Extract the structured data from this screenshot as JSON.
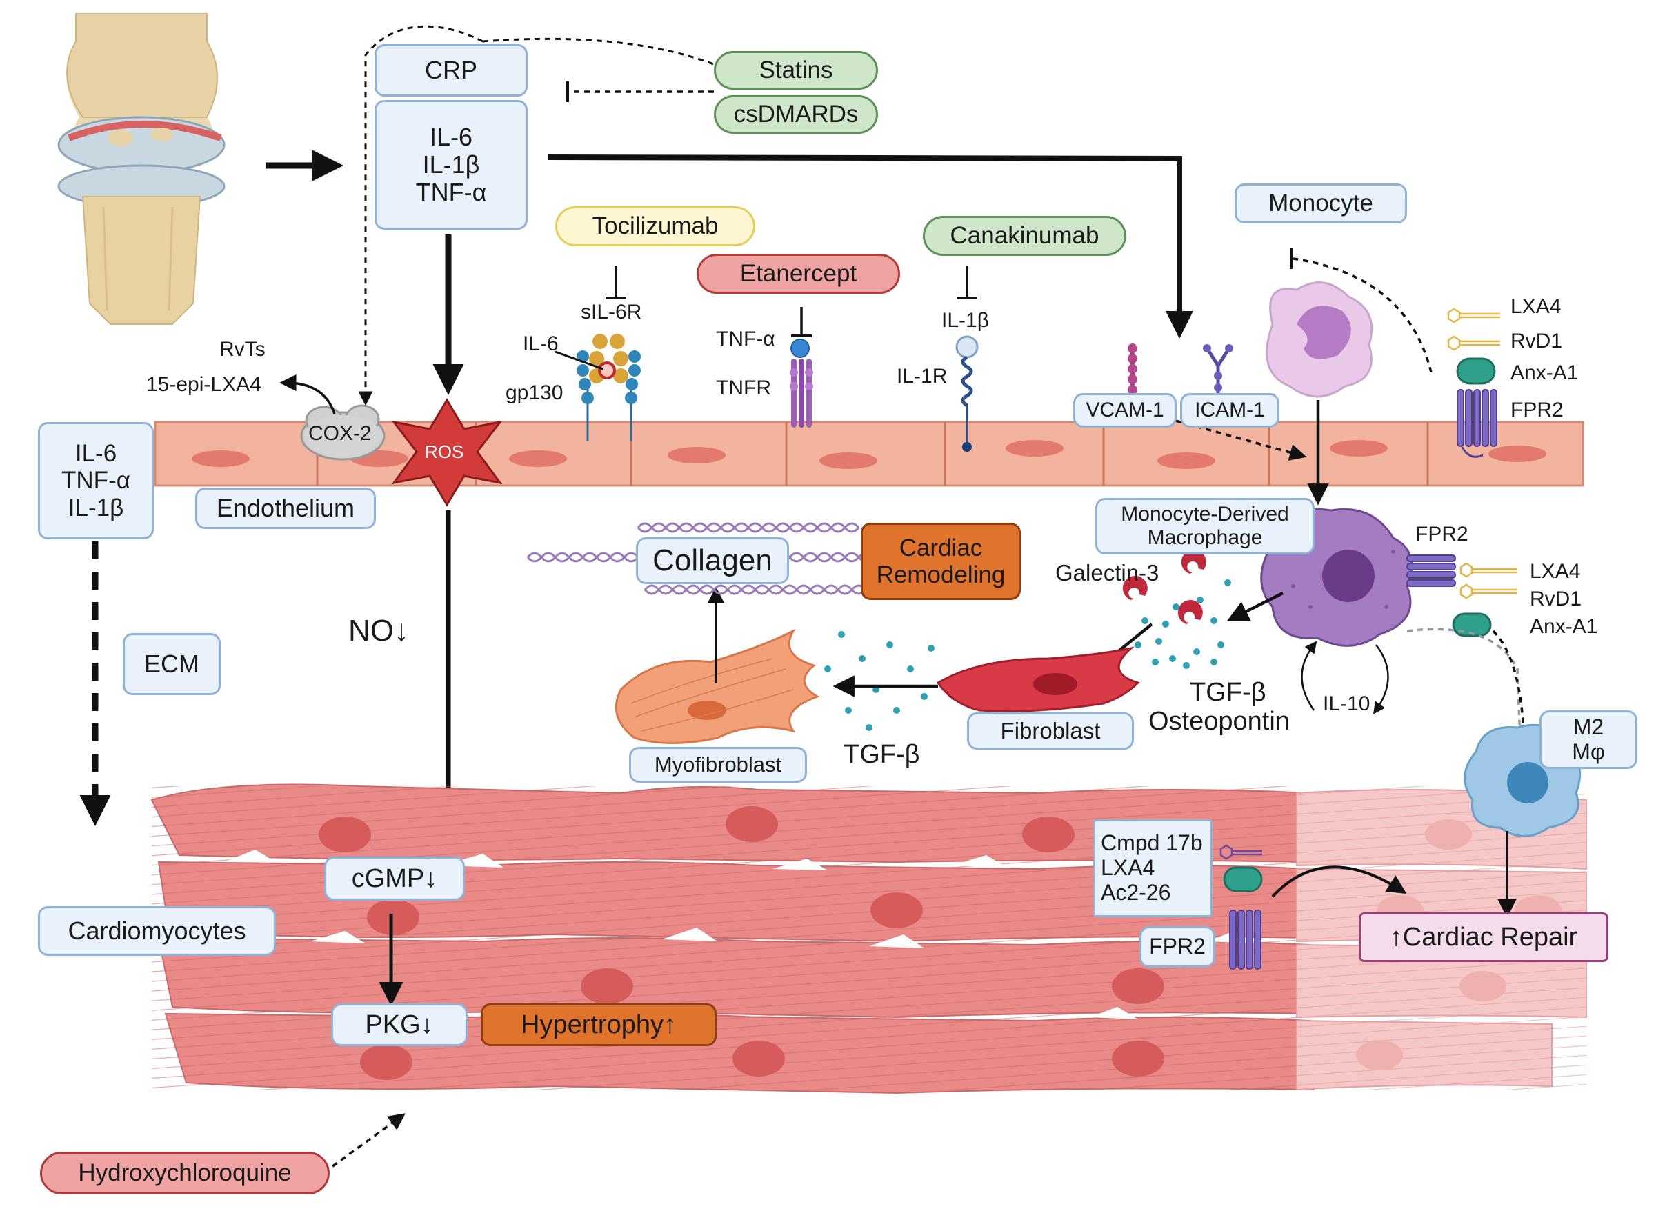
{
  "labels": {
    "crp": "CRP",
    "cytokines_main": [
      "IL-6",
      "IL-1β",
      "TNF-α"
    ],
    "statins": "Statins",
    "csdmards": "csDMARDs",
    "tocilizumab": "Tocilizumab",
    "etanercept": "Etanercept",
    "canakinumab": "Canakinumab",
    "monocyte": "Monocyte",
    "sil6r": "sIL-6R",
    "il6_ligand": "IL-6",
    "gp130": "gp130",
    "tnfa_ligand": "TNF-α",
    "tnfr": "TNFR",
    "il1b_ligand": "IL-1β",
    "il1r": "IL-1R",
    "rvts": "RvTs",
    "epi_lxa4": "15-epi-LXA4",
    "cox2": "COX-2",
    "ros": "ROS",
    "endothelium": "Endothelium",
    "cytokines_left": [
      "IL-6",
      "TNF-α",
      "IL-1β"
    ],
    "ecm": "ECM",
    "vcam1": "VCAM-1",
    "icam1": "ICAM-1",
    "lxa4_top": "LXA4",
    "rvd1_top": "RvD1",
    "anxa1_top": "Anx-A1",
    "fpr2_top": "FPR2",
    "mdm": [
      "Monocyte-Derived",
      "Macrophage"
    ],
    "fpr2_mid": "FPR2",
    "lxa4_mid": "LXA4",
    "rvd1_mid": "RvD1",
    "anxa1_mid": "Anx-A1",
    "galectin3": "Galectin-3",
    "collagen": "Collagen",
    "cardiac_remodeling": [
      "Cardiac",
      "Remodeling"
    ],
    "no_down": "NO↓",
    "tgfb_right": "TGF-β",
    "osteopontin": "Osteopontin",
    "il10": "IL-10",
    "fibroblast": "Fibroblast",
    "myofibroblast": "Myofibroblast",
    "tgfb_left": "TGF-β",
    "m2": [
      "M2",
      "Mφ"
    ],
    "cgmp": "cGMP↓",
    "pkg": "PKG↓",
    "hypertrophy": "Hypertrophy↑",
    "cardiomyocytes": "Cardiomyocytes",
    "agonists": [
      "Cmpd 17b",
      "LXA4",
      "Ac2-26"
    ],
    "fpr2_bottom": "FPR2",
    "cardiac_repair": "↑Cardiac Repair",
    "hydroxychloroquine": "Hydroxychloroquine"
  },
  "colors": {
    "endothelium": "#f2b49e",
    "endothelium_nucleus": "#e47a6e",
    "cardiomyocyte": "#e98a88",
    "cardiomyocyte_nucleus": "#d65c5c",
    "repair_tissue": "#f6c7c7",
    "macrophage": "#a47cc2",
    "m2_macrophage": "#9ec8e6",
    "monocyte": "#e6c6e8",
    "fibroblast": "#d93a47",
    "myofibroblast": "#f2a078",
    "collagen": "#9b7ab8",
    "ros": "#d33b3b",
    "tgf_dots": "#2fa0b3"
  },
  "icons": [
    "knee-joint",
    "monocyte-cell",
    "macrophage-cell",
    "m2-macrophage-cell",
    "fibroblast-cell",
    "myofibroblast-cell",
    "fpr2-receptor",
    "gp130-receptor",
    "tnfr-receptor",
    "il1r-receptor",
    "vcam1-molecule",
    "icam1-molecule",
    "collagen-fiber",
    "lipid-mediator"
  ]
}
